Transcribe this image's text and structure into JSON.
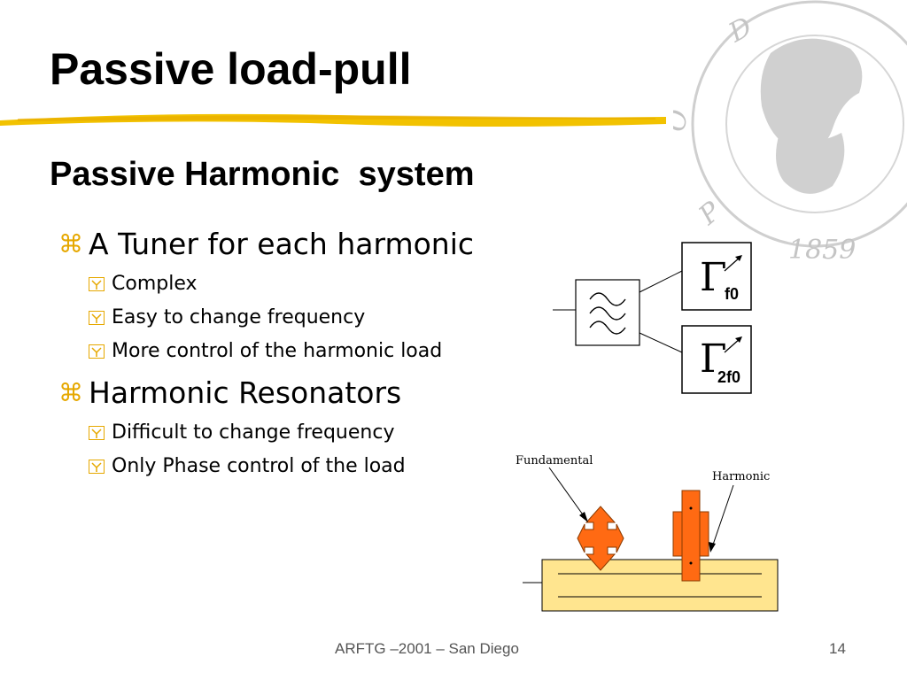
{
  "slide": {
    "title": "Passive load-pull",
    "subtitle": "Passive Harmonic  system",
    "bullets": [
      {
        "text": "A Tuner for each harmonic",
        "sub": [
          "Complex",
          "Easy to change frequency",
          "More control of the harmonic load"
        ]
      },
      {
        "text": "Harmonic Resonators",
        "sub": [
          "Difficult to change frequency",
          "Only Phase control of the load"
        ]
      }
    ],
    "diagram": {
      "gamma_symbol": "Γ",
      "gamma_f0_label": "f0",
      "gamma_2f0_label": "2f0",
      "fundamental_label": "Fundamental",
      "harmonic_label": "Harmonic"
    },
    "footer": "ARFTG –2001 – San Diego",
    "page_number": "14",
    "colors": {
      "bullet_accent": "#e6a800",
      "underline": "#f2c200",
      "stub": "#ff6a13",
      "substrate": "#ffe58f",
      "seal": "#c8c8c8"
    }
  }
}
